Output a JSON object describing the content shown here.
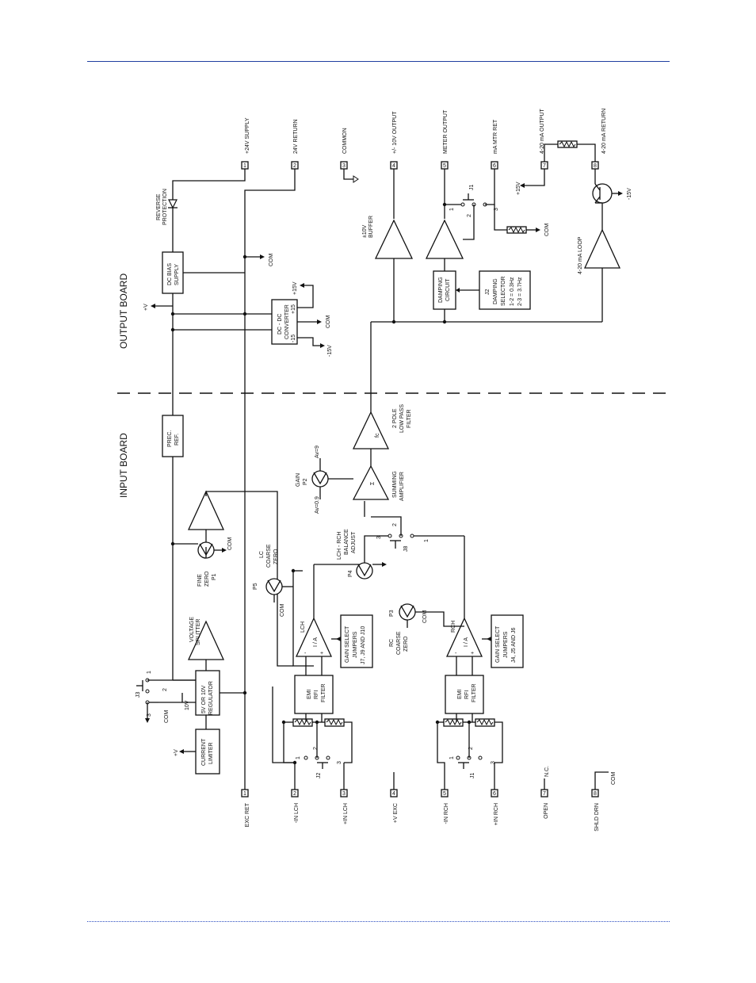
{
  "sections": {
    "output_board": "OUTPUT BOARD",
    "input_board": "INPUT BOARD"
  },
  "output_terminals": [
    {
      "num": "1",
      "label": "+24V SUPPLY"
    },
    {
      "num": "2",
      "label": "24V RETURN"
    },
    {
      "num": "3",
      "label": "COMMON"
    },
    {
      "num": "4",
      "label": "+/- 10V OUTPUT"
    },
    {
      "num": "5",
      "label": "METER OUTPUT"
    },
    {
      "num": "6",
      "label": "mA MTR RET"
    },
    {
      "num": "7",
      "label": "4-20 mA OUTPUT"
    },
    {
      "num": "8",
      "label": "4-20 mA RETURN"
    }
  ],
  "input_terminals": [
    {
      "num": "1",
      "label": "EXC RET"
    },
    {
      "num": "2",
      "label": "-IN LCH"
    },
    {
      "num": "3",
      "label": "+IN LCH"
    },
    {
      "num": "4",
      "label": "+V EXC"
    },
    {
      "num": "5",
      "label": "-IN RCH"
    },
    {
      "num": "6",
      "label": "+IN RCH"
    },
    {
      "num": "7",
      "label": "OPEN"
    },
    {
      "num": "8",
      "label": "SHLD DRN"
    }
  ],
  "blocks": {
    "dc_bias_l1": "DC BIAS",
    "dc_bias_l2": "SUPPLY",
    "dcdc_l1": "DC - DC",
    "dcdc_l2": "CONVERTER",
    "damping_l1": "DAMPING",
    "damping_l2": "CIRCUIT",
    "prec_l1": "PREC.",
    "prec_l2": "REF.",
    "reg_l1": "5V OR 10V",
    "reg_l2": "REGULATOR",
    "limiter_l1": "CURRENT",
    "limiter_l2": "LIMITER",
    "emi_l1": "EMI",
    "emi_l2": "RFI",
    "emi_l3": "FILTER",
    "j2sel_l1": "J2",
    "j2sel_l2": "DAMPING",
    "j2sel_l3": "SELECTOR",
    "j2sel_l4": "1-2 = 0.3Hz",
    "j2sel_l5": "2-3 = 3.7Hz",
    "gain_l_l1": "GAIN SELECT",
    "gain_l_l2": "JUMPERS",
    "gain_l_l3": "J7, J9 AND J10",
    "gain_r_l1": "GAIN SELECT",
    "gain_r_l2": "JUMPERS",
    "gain_r_l3": "J4, J5 AND J6"
  },
  "labels": {
    "reverse_l1": "REVERSE",
    "reverse_l2": "PROTECTION",
    "buffer_l1": "±10V",
    "buffer_l2": "BUFFER",
    "loop": "4-20 mA LOOP",
    "lpf_l1": "2 POLE",
    "lpf_l2": "LOW PASS",
    "lpf_l3": "FILTER",
    "summing_l1": "SUMMING",
    "summing_l2": "AMPLIFIER",
    "gain_p2_l1": "GAIN",
    "gain_p2_l2": "P2",
    "av9": "Av=9",
    "av09": "Av=0.9",
    "balance_l1": "LCH - RCH",
    "balance_l2": "BALANCE",
    "balance_l3": "ADJUST",
    "p4": "P4",
    "p5": "P5",
    "p3": "P3",
    "lc_l1": "LC",
    "lc_l2": "COARSE",
    "lc_l3": "ZERO",
    "rc_l1": "RC",
    "rc_l2": "COARSE",
    "rc_l3": "ZERO",
    "fine_l1": "FINE",
    "fine_l2": "ZERO",
    "fine_l3": "P1",
    "vsplit_l1": "VOLTAGE",
    "vsplit_l2": "SPLITTER",
    "lch": "LCH",
    "rch": "RCH",
    "ia": "I / A",
    "com": "COM",
    "plus_v": "+V",
    "plus15v": "+15V",
    "minus15v": "-15V",
    "plus15": "+15",
    "minus15": "-15",
    "ten_v": "10V",
    "nc": "N.C.",
    "j1": "J1",
    "j2": "J2",
    "j3": "J3",
    "j8": "J8",
    "pin1": "1",
    "pin2": "2",
    "pin3": "3",
    "plus": "+",
    "minus": "-",
    "sigma": "Σ",
    "fc": "fc"
  }
}
